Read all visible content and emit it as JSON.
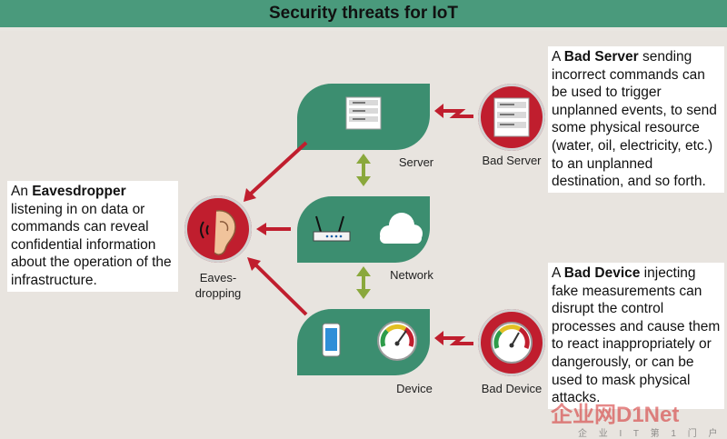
{
  "title": "Security threats for IoT",
  "nodes": {
    "server": "Server",
    "network": "Network",
    "device": "Device",
    "bad_server": "Bad Server",
    "bad_device": "Bad Device",
    "eavesdropping_line1": "Eaves-",
    "eavesdropping_line2": "dropping"
  },
  "callouts": {
    "bad_server": {
      "bold": "Bad Server",
      "prefix": "A ",
      "rest": " sending incorrect commands can be used to trigger unplanned events, to send some physical resource (water, oil, electricity, etc.) to an unplanned destination, and so forth."
    },
    "eavesdropper": {
      "prefix": "An ",
      "bold": "Eavesdropper",
      "rest": " listening in on data or commands can reveal confidential information about the operation of the infrastructure."
    },
    "bad_device": {
      "prefix": "A ",
      "bold": "Bad Device",
      "rest": " injecting fake measurements can disrupt the control processes and cause them to react inappropriately or dangerously, or can be used to mask physical attacks."
    }
  },
  "watermark": {
    "logo": "企业网D1Net",
    "tagline": "企 业 I T 第 1 门 户"
  },
  "colors": {
    "header": "#4a9a7c",
    "pill": "#3c8e70",
    "threat": "#c01e2e",
    "link_arrow": "#8aa83c"
  }
}
